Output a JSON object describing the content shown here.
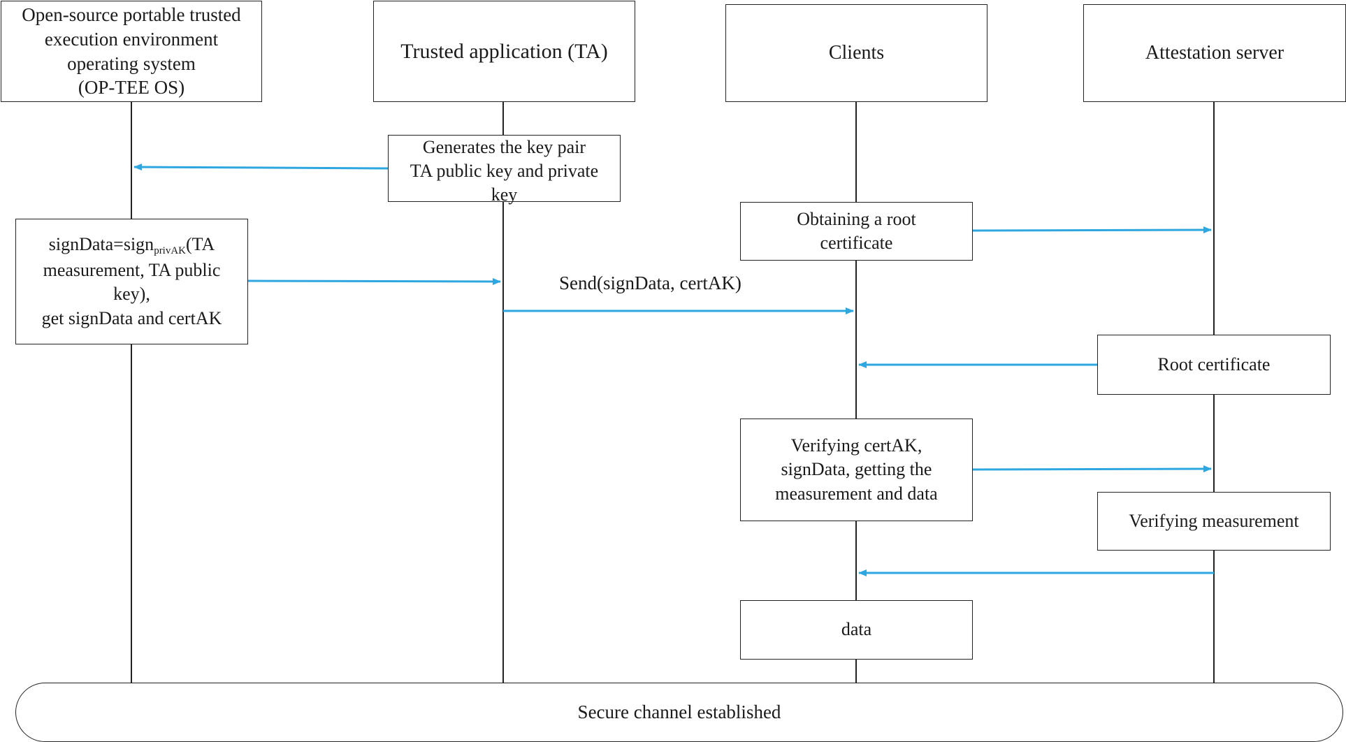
{
  "participants": {
    "optee": {
      "label_lines": [
        "Open-source portable trusted",
        "execution environment",
        "operating system",
        "(OP-TEE OS)"
      ]
    },
    "ta": {
      "label": "Trusted application (TA)"
    },
    "clients": {
      "label": "Clients"
    },
    "server": {
      "label": "Attestation server"
    }
  },
  "notes": {
    "keygen_lines": [
      "Generates the key pair",
      "TA public key and private",
      "key"
    ],
    "sign": {
      "prefix": "signData=sign",
      "subscript": "privAK",
      "suffix": "(TA",
      "lines": [
        "measurement, TA public",
        "key),",
        "get signData and certAK"
      ]
    },
    "obtain_root_lines": [
      "Obtaining a root",
      "certificate"
    ],
    "root_cert": "Root certificate",
    "verify_cert_lines": [
      "Verifying certAK,",
      "signData, getting the",
      "measurement and data"
    ],
    "verify_measurement": "Verifying measurement",
    "data": "data"
  },
  "messages": {
    "send": "Send(signData, certAK)"
  },
  "footer": "Secure channel established",
  "colors": {
    "arrow": "#2ea7e0",
    "line": "#222222"
  }
}
